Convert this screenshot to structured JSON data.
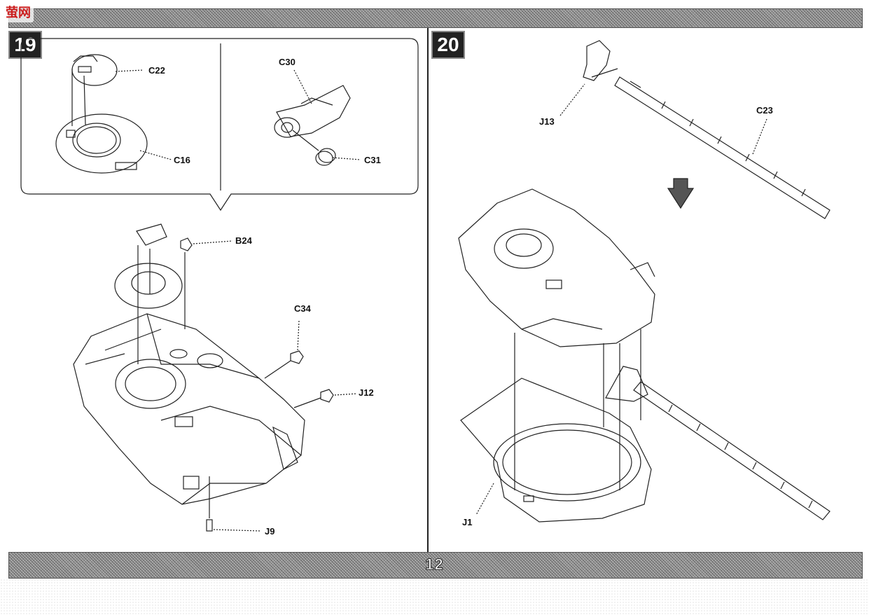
{
  "header": {
    "logo_text": "萤网"
  },
  "page_number": "12",
  "steps": [
    {
      "number": "19",
      "parts": [
        "C22",
        "C16",
        "C30",
        "C31",
        "B24",
        "C34",
        "J12",
        "J9"
      ]
    },
    {
      "number": "20",
      "parts": [
        "J13",
        "C23",
        "J1"
      ]
    }
  ]
}
